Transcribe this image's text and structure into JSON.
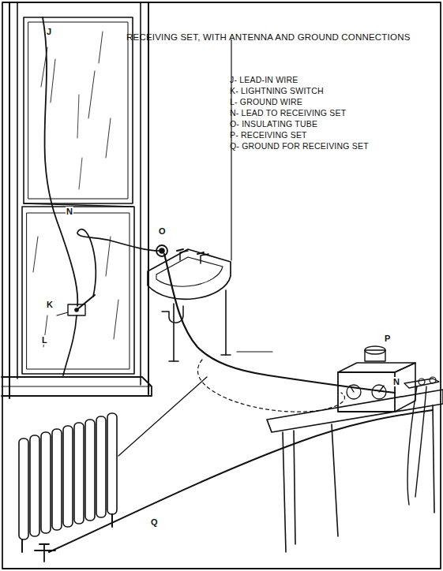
{
  "diagram": {
    "title": "RECEIVING SET, WITH ANTENNA AND GROUND CONNECTIONS",
    "labels": [
      "J- LEAD-IN WIRE",
      "K- LIGHTNING SWITCH",
      "L- GROUND WIRE",
      "N- LEAD TO RECEIVING SET",
      "O- INSULATING TUBE",
      "P- RECEIVING SET",
      "Q- GROUND FOR RECEIVING SET",
      "J",
      "O",
      "N",
      "K",
      "L",
      "P",
      "N",
      "Q"
    ]
  }
}
